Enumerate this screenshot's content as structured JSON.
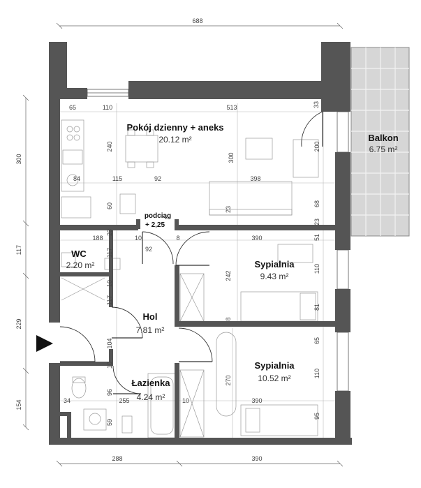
{
  "rooms": {
    "living": {
      "name": "Pokój dzienny + aneks",
      "area": "20.12 m²"
    },
    "balcony": {
      "name": "Balkon",
      "area": "6.75 m²"
    },
    "wc": {
      "name": "WC",
      "area": "2.20 m²"
    },
    "bedroom1": {
      "name": "Sypialnia",
      "area": "9.43 m²"
    },
    "hall": {
      "name": "Hol",
      "area": "7.81 m²"
    },
    "bedroom2": {
      "name": "Sypialnia",
      "area": "10.52 m²"
    },
    "bathroom": {
      "name": "Łazienka",
      "area": "4.24 m²"
    }
  },
  "beam": {
    "line1": "podciąg",
    "line2": "+ 2,25"
  },
  "dims": {
    "top": "688",
    "bottom_left": "288",
    "bottom_right": "390",
    "left_300": "300",
    "left_117": "117",
    "left_229": "229",
    "left_154": "154",
    "living_65": "65",
    "living_110": "110",
    "living_513": "513",
    "living_33": "33",
    "living_240": "240",
    "living_300": "300",
    "living_200": "200",
    "living_84": "84",
    "living_115": "115",
    "living_92": "92",
    "living_398": "398",
    "living_60": "60",
    "living_23a": "23",
    "living_68": "68",
    "living_23b": "23",
    "wc_188": "188",
    "wc_23": "23",
    "wc_10": "10",
    "wc_8": "8",
    "wc_92": "92",
    "b1_390": "390",
    "b1_51": "51",
    "b1_242": "242",
    "b1_110": "110",
    "b1_81": "81",
    "hall_117a": "117",
    "hall_10": "10",
    "hall_117b": "117",
    "hall_8": "8",
    "hall_104": "104",
    "b2_65": "65",
    "b2_270": "270",
    "b2_110": "110",
    "b2_390": "390",
    "b2_95": "95",
    "bath_10a": "10",
    "bath_96": "96",
    "bath_255": "255",
    "bath_34": "34",
    "bath_59": "59",
    "bath_10b": "10"
  },
  "colors": {
    "wall": "#555555",
    "balcony": "#d6d6d6",
    "grid": "#b8b8b8"
  },
  "icons": {
    "entrance": "entrance-arrow-icon"
  }
}
